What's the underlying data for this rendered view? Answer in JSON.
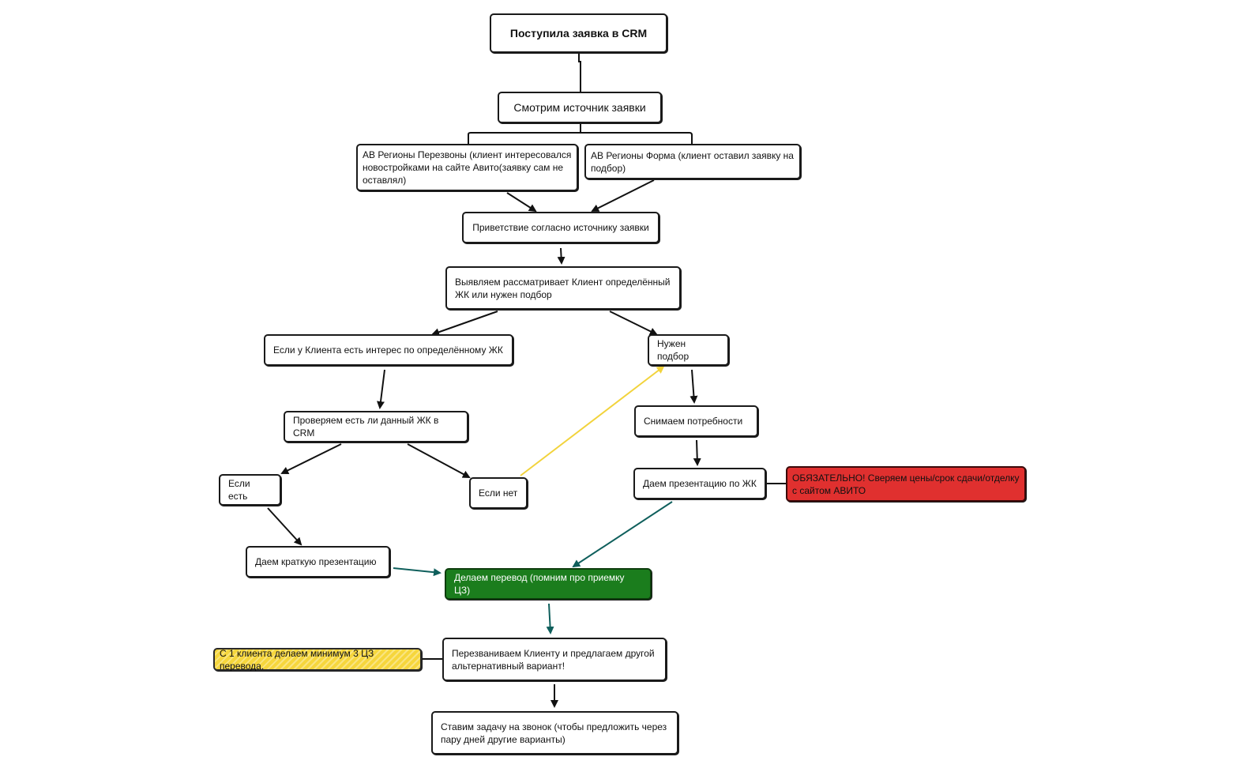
{
  "colors": {
    "line_default": "#111111",
    "line_teal": "#0f5f5c",
    "line_yellow": "#f2d33c",
    "node_green": "#1b7d1d",
    "node_red": "#e0302f",
    "node_yellow": "#f6d63c"
  },
  "nodes": {
    "n1": "Поступила заявка в CRM",
    "n2": "Смотрим источник заявки",
    "n3": "АВ Регионы Перезвоны (клиент интересовался новостройками на сайте Авито(заявку сам не оставлял)",
    "n4": "АВ Регионы Форма (клиент оставил заявку на подбор)",
    "n5": "Приветствие согласно источнику заявки",
    "n6": "Выявляем рассматривает Клиент определённый ЖК или нужен подбор",
    "n7": "Если у Клиента есть интерес по определённому ЖК",
    "n8": "Нужен подбор",
    "n9": "Проверяем есть ли данный ЖК в CRM",
    "n10": "Снимаем потребности",
    "n11": "Если есть",
    "n12": "Если нет",
    "n13": "Даем презентацию по ЖК",
    "n14": "ОБЯЗАТЕЛЬНО! Сверяем цены/срок сдачи/отделку с сайтом АВИТО",
    "n15": "Даем краткую презентацию",
    "n16": "Делаем перевод (помним про приемку ЦЗ)",
    "n17": "С 1 клиента делаем минимум 3 ЦЗ перевода.",
    "n18": "Перезваниваем Клиенту и предлагаем другой альтернативный вариант!",
    "n19": "Ставим задачу на звонок (чтобы предложить через пару дней другие варианты)"
  }
}
